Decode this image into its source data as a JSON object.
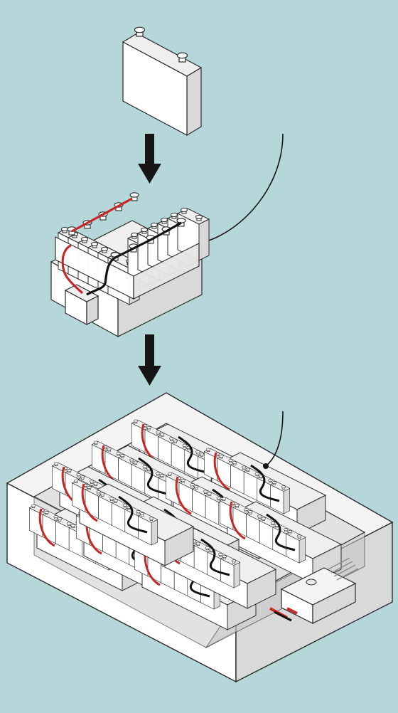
{
  "figure": {
    "background": "#b6d7da",
    "stages": [
      {
        "id": "single-cell",
        "label": ""
      },
      {
        "id": "battery-module",
        "label": "",
        "cell_count": 12
      },
      {
        "id": "battery-pack",
        "label": "",
        "module_count": 12
      }
    ],
    "colors": {
      "face_light": "#ffffff",
      "face_mid": "#efefef",
      "face_dark": "#d9d9d9",
      "outline": "#2a2a2a",
      "wire_red": "#c62828",
      "wire_black": "#111111",
      "arrow": "#151515"
    },
    "icons": [
      "down-arrow-icon",
      "callout-leader-line"
    ]
  }
}
